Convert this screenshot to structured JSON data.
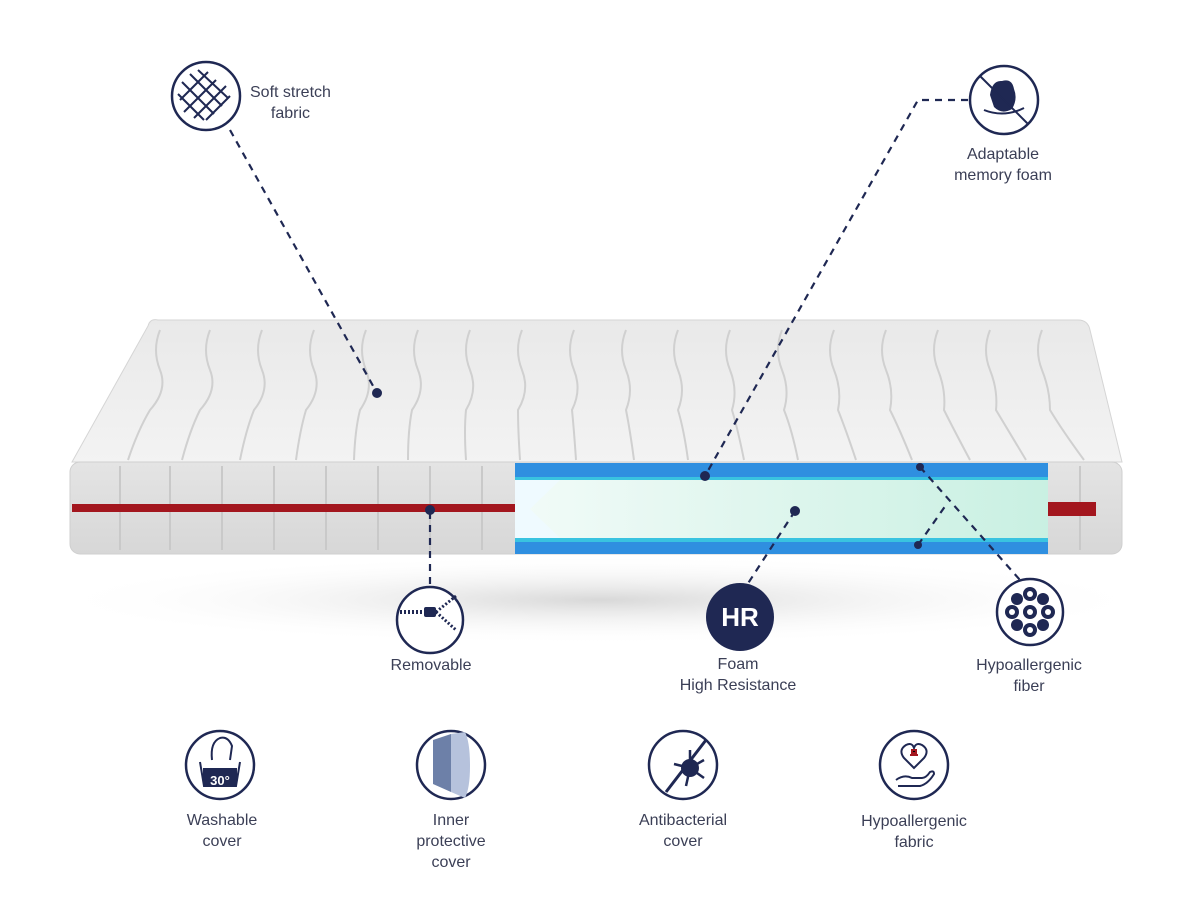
{
  "callouts": {
    "soft_stretch_fabric": {
      "line1": "Soft stretch",
      "line2": "fabric",
      "icon": "fabric-weave-icon"
    },
    "adaptable_memory_foam": {
      "line1": "Adaptable",
      "line2": "memory foam",
      "icon": "hand-press-icon"
    },
    "removable": {
      "line1": "Removable",
      "icon": "zipper-icon"
    },
    "hr_foam": {
      "badge": "HR",
      "line1": "Foam",
      "line2": "High Resistance",
      "icon": "hr-badge-icon"
    },
    "hypoallergenic_fiber": {
      "line1": "Hypoallergenic",
      "line2": "fiber",
      "icon": "fiber-circles-icon"
    }
  },
  "features": [
    {
      "line1": "Washable",
      "line2": "cover",
      "icon": "wash-30-icon",
      "temp": "30°"
    },
    {
      "line1": "Inner",
      "line2": "protective",
      "line3": "cover",
      "icon": "inner-cover-icon"
    },
    {
      "line1": "Antibacterial",
      "line2": "cover",
      "icon": "antibacterial-icon"
    },
    {
      "line1": "Hypoallergenic",
      "line2": "fabric",
      "icon": "heart-hand-icon"
    }
  ],
  "colors": {
    "navy": "#1f2853",
    "zip_red": "#a3161e",
    "foam_blue": "#2f8fe0",
    "foam_green": "#d6f5ea"
  }
}
